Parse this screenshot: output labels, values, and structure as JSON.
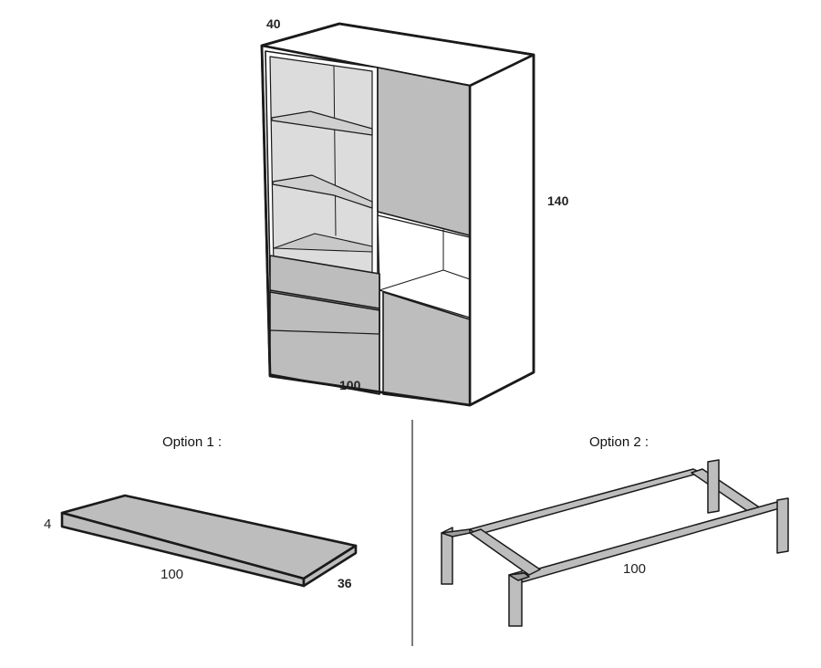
{
  "cabinet": {
    "depth_label": "40",
    "height_label": "140",
    "width_label": "100"
  },
  "option1": {
    "title": "Option 1 :",
    "thickness_label": "4",
    "width_label": "100",
    "depth_label": "36"
  },
  "option2": {
    "title": "Option 2 :",
    "width_label": "100"
  },
  "colors": {
    "panel_gray": "#bdbdbd",
    "glass_gray": "#d9d9d9",
    "outline": "#1a1a1a",
    "background": "#ffffff"
  }
}
